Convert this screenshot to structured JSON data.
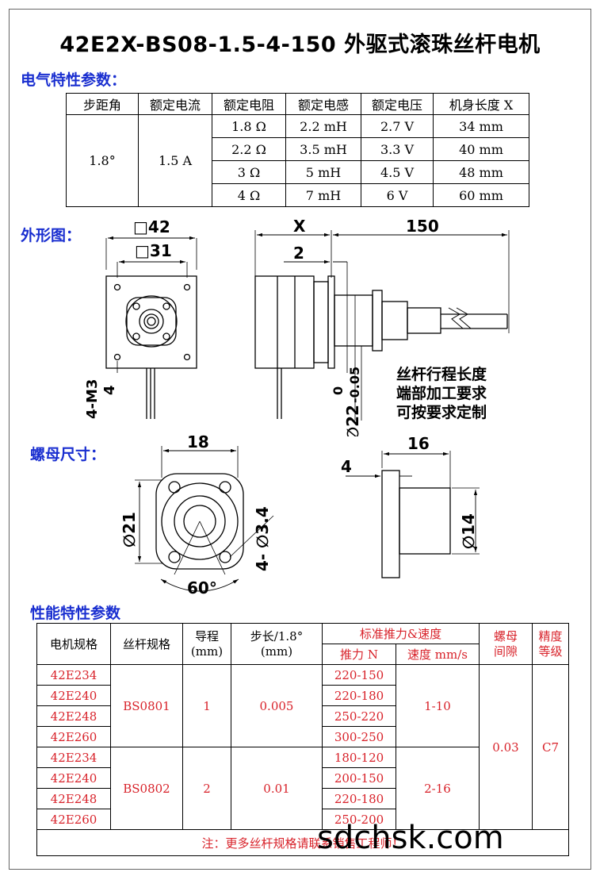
{
  "title": "42E2X-BS08-1.5-4-150 外驱式滚珠丝杆电机",
  "sections": {
    "electrical": "电气特性参数：",
    "outline": "外形图：",
    "nut": "螺母尺寸：",
    "performance": "性能特性参数"
  },
  "electrical_table": {
    "headers": [
      "步距角",
      "额定电流",
      "额定电阻",
      "额定电感",
      "额定电压",
      "机身长度 X"
    ],
    "step_angle": "1.8°",
    "current": "1.5 A",
    "rows": [
      [
        "1.8  Ω",
        "2.2 mH",
        "2.7 V",
        "34  mm"
      ],
      [
        "2.2  Ω",
        "3.5 mH",
        "3.3 V",
        "40  mm"
      ],
      [
        "3  Ω",
        "5 mH",
        "4.5 V",
        "48  mm"
      ],
      [
        "4  Ω",
        "7 mH",
        "6 V",
        "60  mm"
      ]
    ]
  },
  "outline_dims": {
    "sq42": "□42",
    "sq31": "□31",
    "m3": "4-M3",
    "depth": "4",
    "x": "X",
    "len150": "150",
    "two": "2",
    "phi22": "∅22",
    "tol_upper": "0",
    "tol_lower": "-0.05",
    "note1": "丝杆行程长度",
    "note2": "端部加工要求",
    "note3": "可按要求定制"
  },
  "nut_dims": {
    "w18": "18",
    "phi21": "∅21",
    "holes": "4- ∅3.4",
    "angle": "60°",
    "w16": "16",
    "w4": "4",
    "phi14": "∅14"
  },
  "performance_table": {
    "h_motor": "电机规格",
    "h_screw": "丝杆规格",
    "h_lead": "导程",
    "h_lead_unit": "(mm)",
    "h_step": "步长/1.8°",
    "h_step_unit": "(mm)",
    "h_std": "标准推力&速度",
    "h_thrust": "推力 N",
    "h_speed": "速度 mm/s",
    "h_gap1": "螺母",
    "h_gap2": "间隙",
    "h_grade1": "精度",
    "h_grade2": "等级",
    "group1": {
      "screw": "BS0801",
      "lead": "1",
      "step": "0.005",
      "speed": "1-10",
      "motors": [
        "42E234",
        "42E240",
        "42E248",
        "42E260"
      ],
      "thrust": [
        "220-150",
        "220-180",
        "250-220",
        "300-250"
      ]
    },
    "group2": {
      "screw": "BS0802",
      "lead": "2",
      "step": "0.01",
      "speed": "2-16",
      "motors": [
        "42E234",
        "42E240",
        "42E248",
        "42E260"
      ],
      "thrust": [
        "180-120",
        "200-150",
        "220-180",
        "250-200"
      ]
    },
    "gap": "0.03",
    "grade": "C7",
    "note": "注：更多丝杆规格请联系销售工程师！"
  },
  "watermark": "sdchsk.com"
}
